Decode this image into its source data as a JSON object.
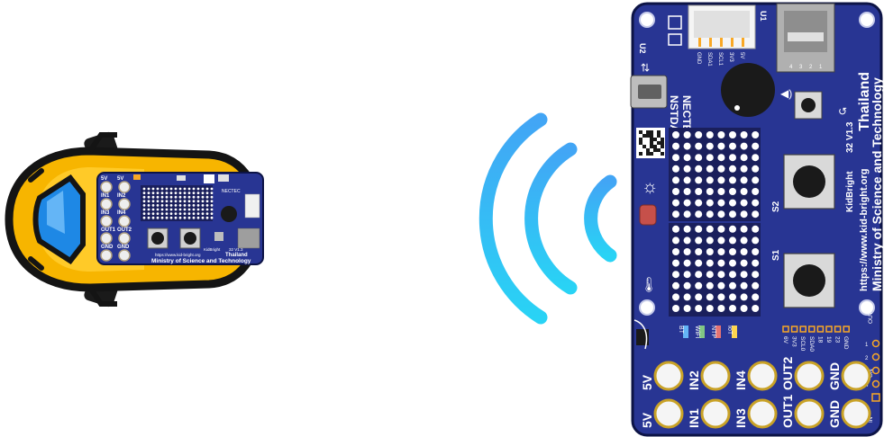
{
  "small_board": {
    "left_pads": [
      "5V",
      "IN1",
      "IN3",
      "OUT1",
      "GND"
    ],
    "right_pads": [
      "5V",
      "IN2",
      "IN4",
      "OUT2",
      "GND"
    ],
    "brand": "NECTEC",
    "name": "KidBright",
    "version": "32 V1.3",
    "url": "https://www.kid-bright.org",
    "country": "Thailand",
    "ministry": "Ministry of Science and Technology"
  },
  "big_board": {
    "brand": "NECTEC",
    "brand_sub": "NSTDA",
    "name": "KidBright",
    "version": "32 V1.3",
    "url": "https://www.kid-bright.org",
    "country": "Thailand",
    "ministry": "Ministry of Science and Technology",
    "u1": "U1",
    "u2": "U2",
    "s1": "S1",
    "s2": "S2",
    "conn_pins": [
      "GND",
      "SDA1",
      "SCL1",
      "3V3",
      "5V"
    ],
    "usb_pins": [
      "4",
      "3",
      "2",
      "1"
    ],
    "leds": [
      "BT",
      "WiFi",
      "NTP",
      "IoT"
    ],
    "header_pins": [
      "6V",
      "3V3",
      "SCL0",
      "SDA0",
      "18",
      "19",
      "23",
      "GND"
    ],
    "side_pins": [
      "OUT",
      "ON",
      "IN"
    ],
    "side_nums": [
      "1",
      "2",
      "3",
      "4"
    ],
    "pads_row1": [
      "5V",
      "IN2",
      "IN4",
      "OUT2",
      "GND"
    ],
    "pads_row2": [
      "5V",
      "IN1",
      "IN3",
      "OUT1",
      "GND"
    ]
  }
}
